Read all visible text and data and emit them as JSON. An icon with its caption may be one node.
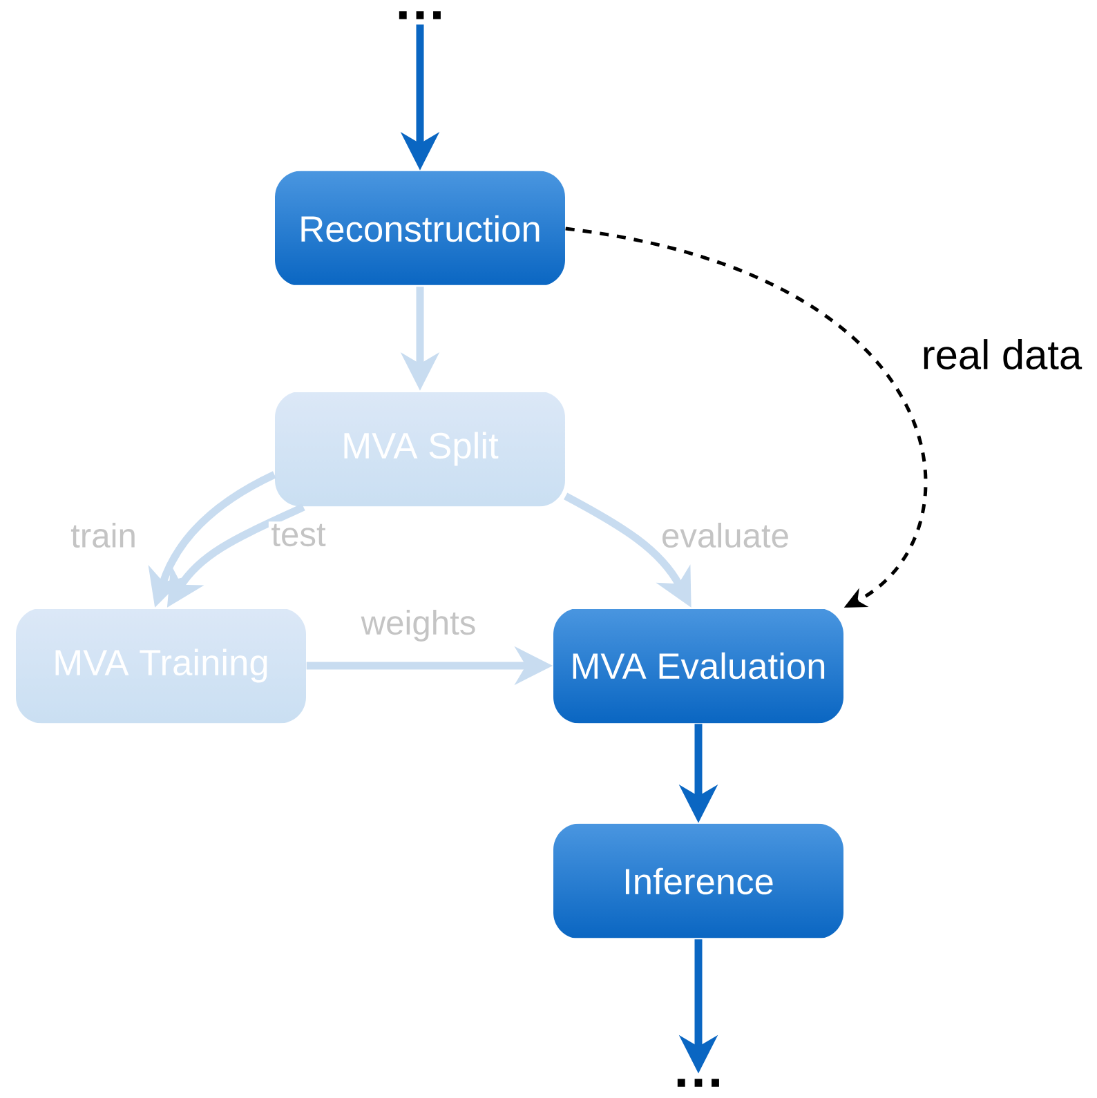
{
  "diagram": {
    "nodes": [
      {
        "text": [
          "…"
        ]
      },
      {
        "text": [
          "Reconstruction"
        ]
      },
      {
        "text": [
          "MVA Split"
        ]
      },
      {
        "text": [
          "MVA Training"
        ]
      },
      {
        "text": [
          "MVA Evaluation"
        ]
      },
      {
        "text": [
          "Inference"
        ]
      },
      {
        "text": [
          "…"
        ]
      }
    ],
    "edges": [
      {
        "from": 0,
        "to": 1,
        "arrow": "to",
        "color": "#0a66c2"
      },
      {
        "from": 1,
        "to": 2,
        "arrow": "to"
      },
      {
        "from": 2,
        "to": 3,
        "arrow": "to",
        "label": "train"
      },
      {
        "from": 2,
        "to": 3,
        "arrow": "to",
        "label": "test"
      },
      {
        "from": 2,
        "to": 4,
        "arrow": "to",
        "label": "evaluate"
      },
      {
        "from": 3,
        "to": 4,
        "arrow": "to",
        "label": "weights"
      },
      {
        "from": 1,
        "to": 4,
        "arrow": "to",
        "label": "real data",
        "style": "dashed",
        "color": "#000000"
      },
      {
        "from": 4,
        "to": 5,
        "arrow": "to",
        "color": "#0a66c2"
      },
      {
        "from": 5,
        "to": 6,
        "arrow": "to",
        "color": "#0a66c2"
      }
    ]
  }
}
